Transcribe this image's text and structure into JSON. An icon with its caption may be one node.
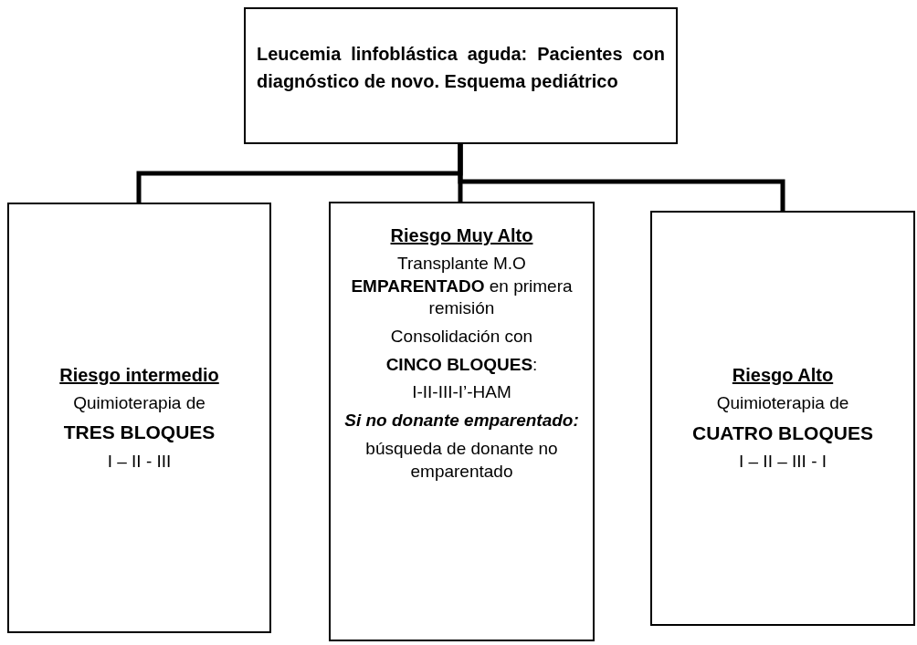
{
  "diagram": {
    "nodes": [
      {
        "text": [
          "Leucemia linfoblástica aguda: Pacientes con diagnóstico de novo. Esquema pediátrico"
        ]
      },
      {
        "text": [
          "Riesgo intermedio",
          "Quimioterapia de",
          "TRES BLOQUES",
          "I – II - III"
        ]
      },
      {
        "text": [
          "Riesgo Muy Alto",
          "Transplante M.O **EMPARENTADO** en primera remisión",
          "Consolidación con",
          "**CINCO BLOQUES**:",
          "I-II-III-I’-HAM",
          "**Si no donante emparentado**:",
          "búsqueda de donante no emparentado"
        ]
      },
      {
        "text": [
          "Riesgo Alto",
          "Quimioterapia de",
          "CUATRO BLOQUES",
          "I – II – III - I"
        ]
      }
    ],
    "edges": [
      {
        "from": 0,
        "to": 1,
        "arrow": "none"
      },
      {
        "from": 0,
        "to": 2,
        "arrow": "none"
      },
      {
        "from": 0,
        "to": 3,
        "arrow": "none"
      }
    ]
  }
}
